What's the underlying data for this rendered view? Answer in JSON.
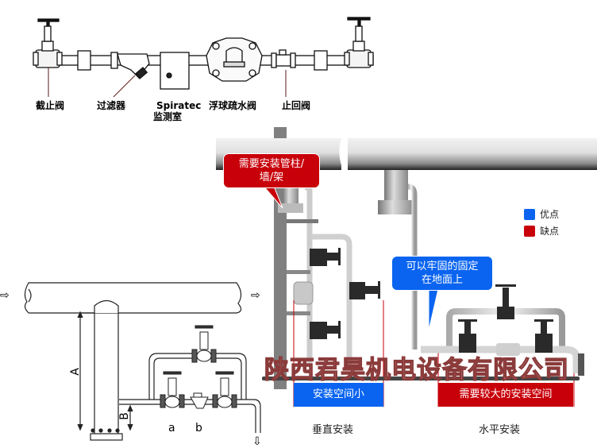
{
  "top_diagram": {
    "components": [
      {
        "id": "stop-valve",
        "label": "截止阀"
      },
      {
        "id": "strainer",
        "label": "过滤器"
      },
      {
        "id": "spiratec",
        "label": "Spiratec",
        "label2": "监测室"
      },
      {
        "id": "float-trap",
        "label": "浮球疏水阀"
      },
      {
        "id": "check-valve",
        "label": "止回阀"
      }
    ]
  },
  "left_diagram": {
    "dimension_a": "A",
    "dimension_b": "B",
    "valve_a": "a",
    "valve_b": "b",
    "flow_arrow": "⇨",
    "drain_arrow": "⇩"
  },
  "right_diagram": {
    "callout_column": {
      "text_line1": "需要安装管柱/",
      "text_line2": "墙/架",
      "color": "#c8000a"
    },
    "callout_floor": {
      "text_line1": "可以牢固的固定",
      "text_line2": "在地面上",
      "color": "#0a64f0"
    },
    "legend": [
      {
        "label": "优点",
        "color": "#0a64f0"
      },
      {
        "label": "缺点",
        "color": "#c8000a"
      }
    ],
    "vertical": {
      "bar_text": "安装空间小",
      "bar_color": "#0a64f0",
      "caption": "垂直安装"
    },
    "horizontal": {
      "bar_text": "需要较大的安装空间",
      "bar_color": "#c8000a",
      "caption": "水平安装"
    }
  },
  "watermark": "陕西君昊机电设备有限公司"
}
